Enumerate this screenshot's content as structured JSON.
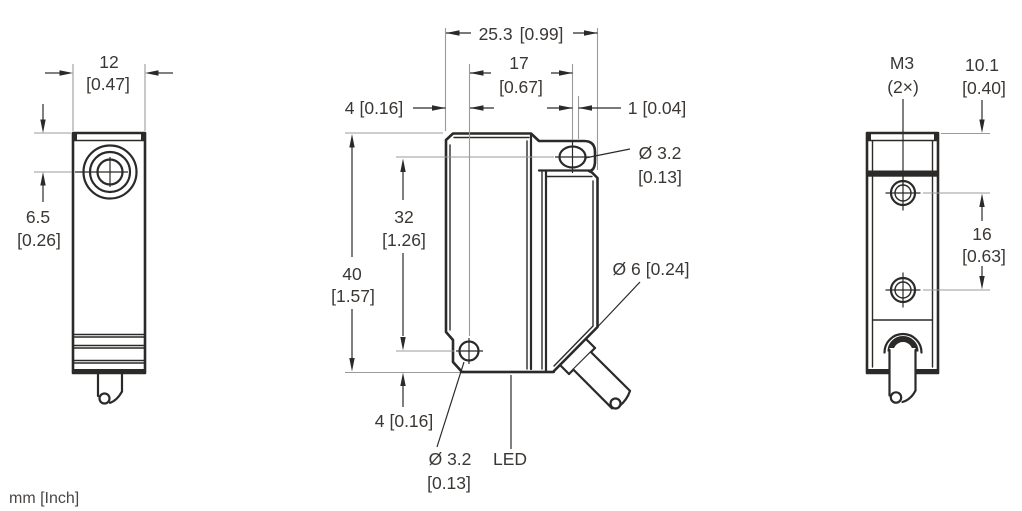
{
  "drawing": {
    "units_label": "mm [Inch]",
    "line_color": "#2b2a29",
    "extension_line_color": "#9c9a98",
    "text_color": "#3b3734",
    "views": {
      "front": {
        "width": {
          "mm": "12",
          "inch": "[0.47]"
        },
        "center_offset": {
          "mm": "6.5",
          "inch": "[0.26]"
        }
      },
      "side": {
        "depth": {
          "mm": "25.3",
          "inch": "[0.99]"
        },
        "hole_offset": {
          "mm": "17",
          "inch": "[0.67]"
        },
        "front_gap": {
          "mm": "4",
          "inch": "[0.16]"
        },
        "rear_gap": {
          "mm": "1",
          "inch": "[0.04]"
        },
        "height": {
          "mm": "40",
          "inch": "[1.57]"
        },
        "hole_span": {
          "mm": "32",
          "inch": "[1.26]"
        },
        "bottom_gap": {
          "mm": "4",
          "inch": "[0.16]"
        },
        "top_hole": {
          "dia": "Ø 3.2",
          "inch": "[0.13]"
        },
        "bottom_hole": {
          "dia": "Ø 3.2",
          "inch": "[0.13]"
        },
        "cable": {
          "dia": "Ø 6",
          "inch": "[0.24]"
        },
        "led": "LED"
      },
      "back": {
        "thread": {
          "size": "M3",
          "count": "(2×)"
        },
        "top_offset": {
          "mm": "10.1",
          "inch": "[0.40]"
        },
        "hole_span": {
          "mm": "16",
          "inch": "[0.63]"
        }
      }
    }
  }
}
